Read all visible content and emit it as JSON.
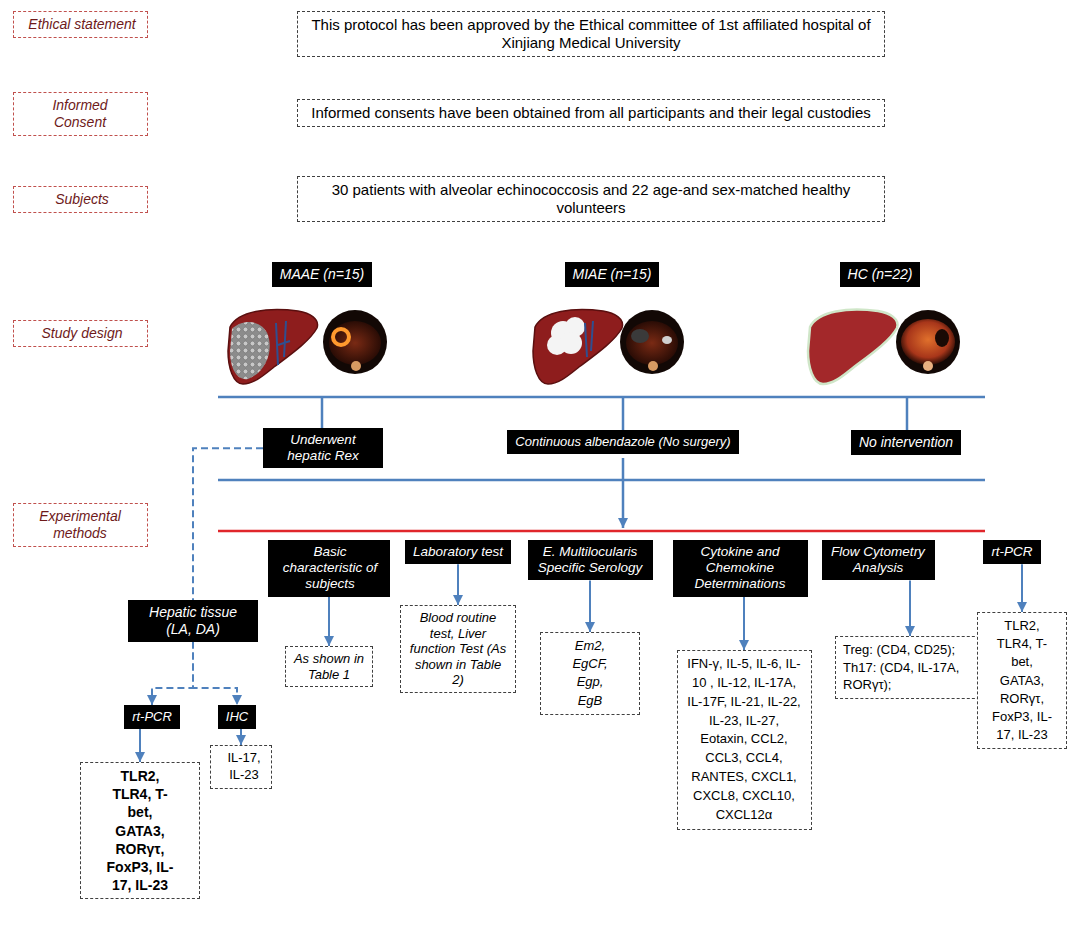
{
  "diagram": {
    "nodes": [
      {
        "text": [
          "Ethical statement"
        ]
      },
      {
        "text": [
          "This protocol has been approved by the Ethical committee of 1st affiliated hospital of Xinjiang Medical University"
        ]
      },
      {
        "text": [
          "Informed Consent"
        ]
      },
      {
        "text": [
          "Informed consents have been obtained from all participants and their legal custodies"
        ]
      },
      {
        "text": [
          "Subjects"
        ]
      },
      {
        "text": [
          "30 patients with alveolar echinococcosis and 22 age-and sex-matched healthy volunteers"
        ]
      },
      {
        "text": [
          "Study design"
        ]
      },
      {
        "text": [
          "MAAE (n=15)"
        ]
      },
      {
        "text": [
          "MIAE (n=15)"
        ]
      },
      {
        "text": [
          "HC (n=22)"
        ]
      },
      {
        "text": [
          "Underwent hepatic Rex"
        ]
      },
      {
        "text": [
          "Continuous albendazole (No surgery)"
        ]
      },
      {
        "text": [
          "No intervention"
        ]
      },
      {
        "text": [
          "Experimental methods"
        ]
      },
      {
        "text": [
          "Hepatic tissue (LA, DA)"
        ]
      },
      {
        "text": [
          "Basic characteristic of subjects"
        ]
      },
      {
        "text": [
          "Laboratory test"
        ]
      },
      {
        "text": [
          "E. Multilocularis Specific Serology"
        ]
      },
      {
        "text": [
          "Cytokine and Chemokine Determinations"
        ]
      },
      {
        "text": [
          "Flow Cytometry Analysis"
        ]
      },
      {
        "text": [
          "rt-PCR"
        ]
      },
      {
        "text": [
          "As shown in Table 1"
        ]
      },
      {
        "text": [
          "Blood routine test, Liver function Test (As shown in Table 2)"
        ]
      },
      {
        "text": [
          "Em2, EgCF, Egp, EgB"
        ]
      },
      {
        "text": [
          "IFN-γ, IL-5, IL-6, IL-10 , IL-12, IL-17A, IL-17F, IL-21, IL-22, IL-23, IL-27, Eotaxin, CCL2, CCL3, CCL4, RANTES, CXCL1, CXCL8, CXCL10, CXCL12α"
        ]
      },
      {
        "text": [
          "Treg: (CD4, CD25); Th17: (CD4, IL-17A, RORγτ);"
        ]
      },
      {
        "text": [
          "TLR2, TLR4, T-bet, GATA3, RORγτ, FoxP3, IL-17, IL-23"
        ]
      },
      {
        "text": [
          "rt-PCR"
        ]
      },
      {
        "text": [
          "IHC"
        ]
      },
      {
        "text": [
          "TLR2, TLR4, T-bet, GATA3, RORγτ, FoxP3, IL-17, IL-23"
        ]
      },
      {
        "text": [
          "IL-17, IL-23"
        ]
      }
    ],
    "edges": [
      {
        "from": 10,
        "to": 14,
        "arrow": "none"
      },
      {
        "from": 15,
        "to": 21,
        "arrow": "to"
      },
      {
        "from": 16,
        "to": 22,
        "arrow": "to"
      },
      {
        "from": 17,
        "to": 23,
        "arrow": "to"
      },
      {
        "from": 18,
        "to": 24,
        "arrow": "to"
      },
      {
        "from": 19,
        "to": 25,
        "arrow": "to"
      },
      {
        "from": 20,
        "to": 26,
        "arrow": "to"
      },
      {
        "from": 14,
        "to": 27,
        "arrow": "to"
      },
      {
        "from": 14,
        "to": 28,
        "arrow": "to"
      },
      {
        "from": 27,
        "to": 29,
        "arrow": "to"
      },
      {
        "from": 28,
        "to": 30,
        "arrow": "to"
      }
    ]
  }
}
